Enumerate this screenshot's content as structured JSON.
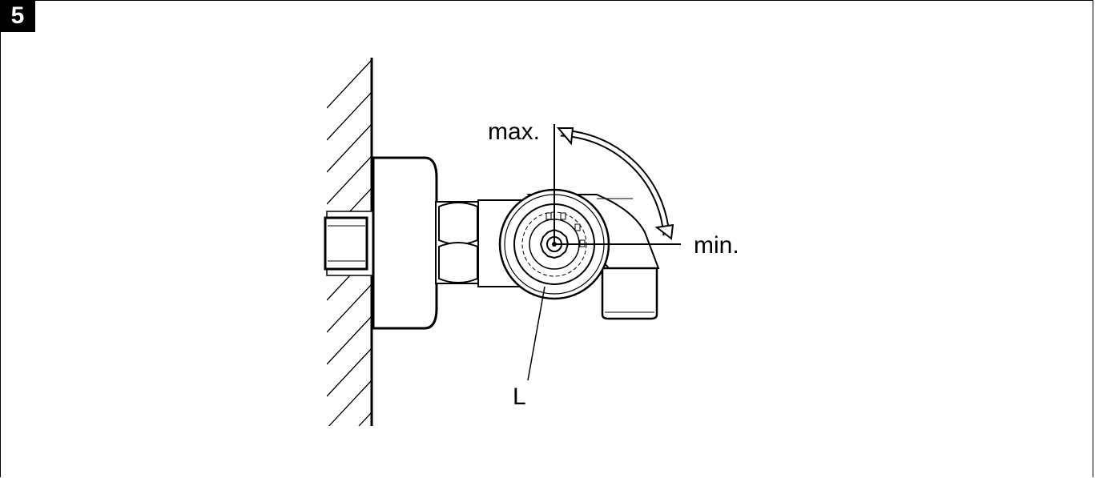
{
  "figure": {
    "number": "5",
    "labels": {
      "max": "max.",
      "min": "min.",
      "part": "L"
    }
  }
}
